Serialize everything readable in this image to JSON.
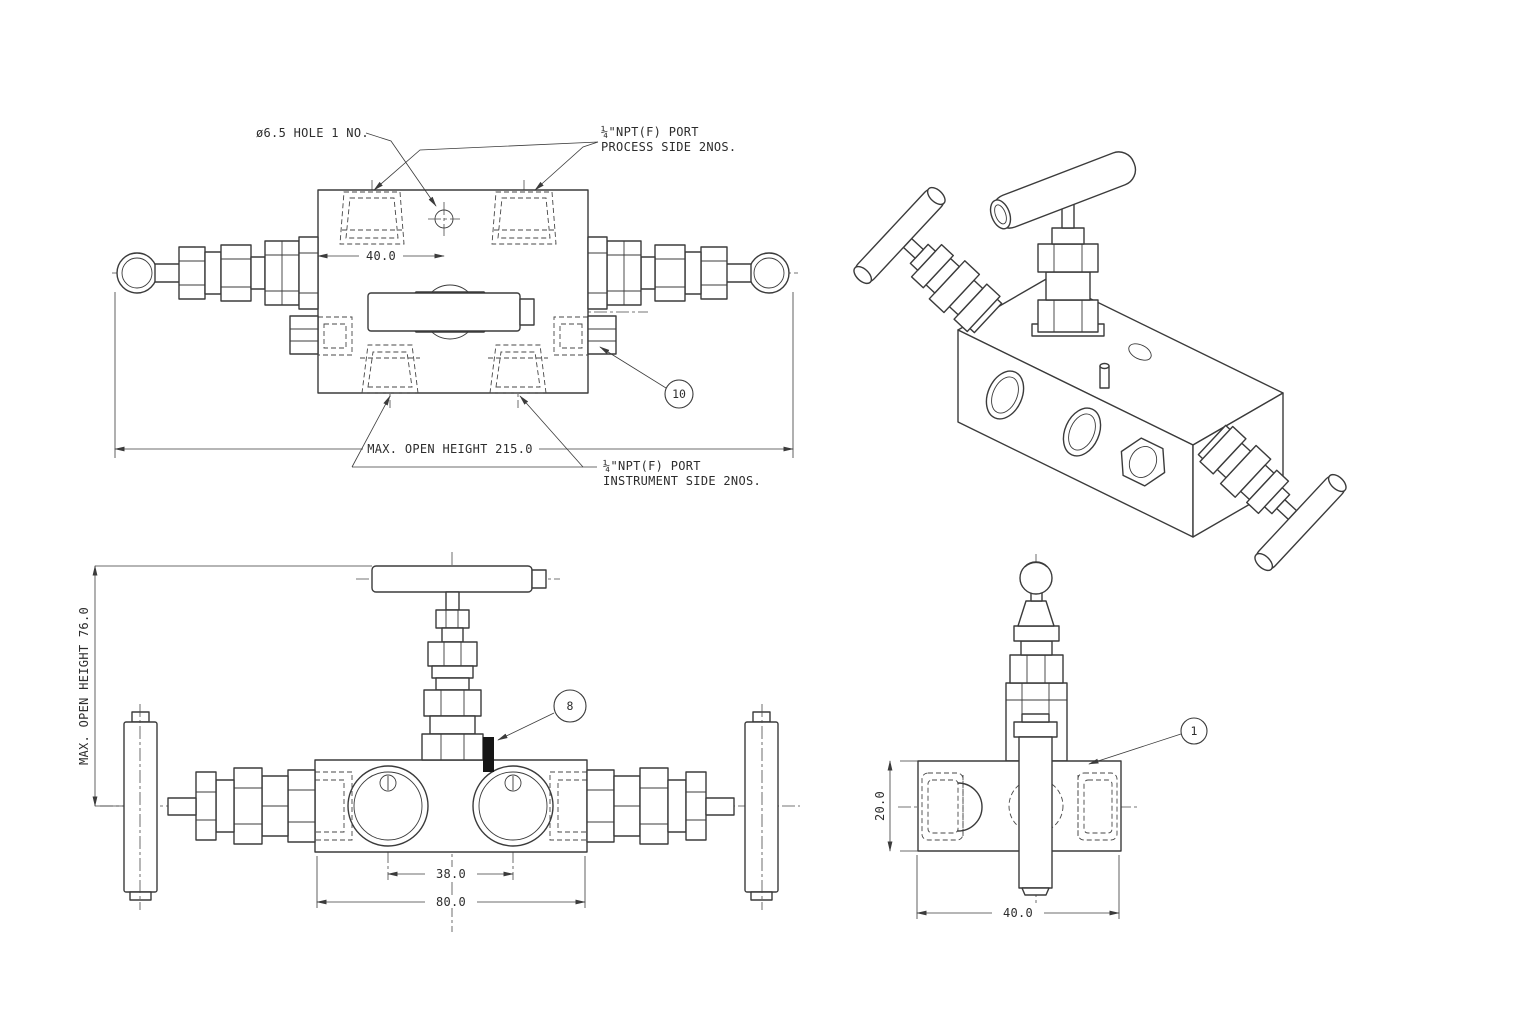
{
  "top_view": {
    "label_hole": "ø6.5 HOLE 1 NO.",
    "label_process_port_line1": "¼\"NPT(F) PORT",
    "label_process_port_line2": "PROCESS SIDE 2NOS.",
    "dim_hole_offset": "40.0",
    "dim_overall": "MAX. OPEN HEIGHT 215.0",
    "label_instrument_port_line1": "¼\"NPT(F) PORT",
    "label_instrument_port_line2": "INSTRUMENT SIDE 2NOS.",
    "balloon": "10"
  },
  "front_view": {
    "dim_open_height": "MAX. OPEN HEIGHT 76.0",
    "dim_port_spacing": "38.0",
    "dim_body_width": "80.0",
    "balloon": "8"
  },
  "side_view": {
    "dim_body_height": "20.0",
    "dim_body_depth": "40.0",
    "balloon": "1"
  },
  "colors": {
    "line": "#3b3b3b",
    "text": "#2d2d2d",
    "background": "#ffffff"
  }
}
